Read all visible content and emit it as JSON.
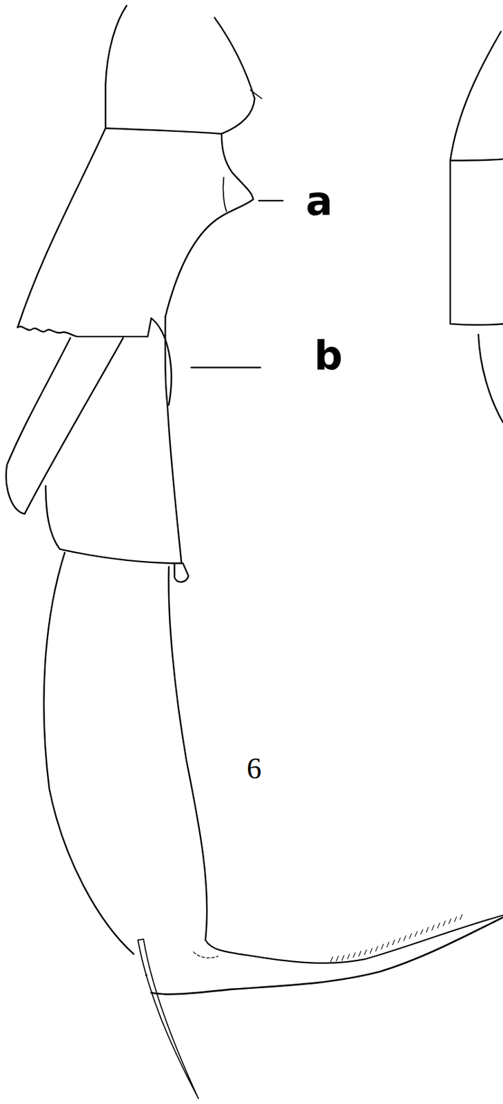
{
  "diagram": {
    "labels": [
      "a",
      "b",
      "6"
    ]
  }
}
